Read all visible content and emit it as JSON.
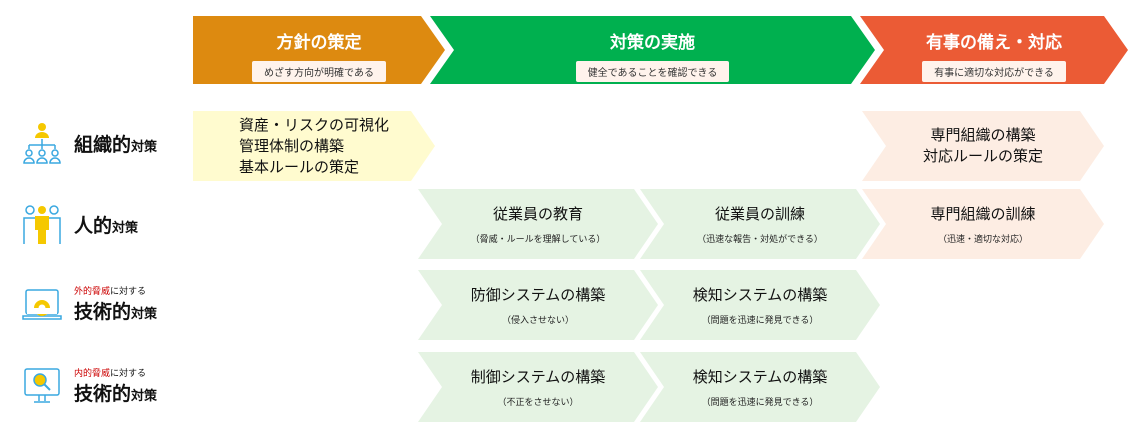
{
  "phases": [
    {
      "title": "方針の策定",
      "subtitle": "めざす方向が明確である",
      "color": "#DD8A10"
    },
    {
      "title": "対策の実施",
      "subtitle": "健全であることを確認できる",
      "color": "#00B04F"
    },
    {
      "title": "有事の備え・対応",
      "subtitle": "有事に適切な対応ができる",
      "color": "#EB5B35"
    }
  ],
  "rows": [
    {
      "label_big": "組織的",
      "label_small": "対策"
    },
    {
      "label_big": "人的",
      "label_small": "対策"
    },
    {
      "prefix_red": "外的脅威",
      "prefix": "に対する",
      "label_big": "技術的",
      "label_small": "対策"
    },
    {
      "prefix_red": "内的脅威",
      "prefix": "に対する",
      "label_big": "技術的",
      "label_small": "対策"
    }
  ],
  "cells": {
    "org_policy": [
      "資産・リスクの可視化",
      "管理体制の構築",
      "基本ルールの策定"
    ],
    "org_response": [
      "専門組織の構築",
      "対応ルールの策定"
    ],
    "human_edu": {
      "main": "従業員の教育",
      "note": "（脅威・ルールを理解している）"
    },
    "human_train": {
      "main": "従業員の訓練",
      "note": "（迅速な報告・対処ができる）"
    },
    "human_resp": {
      "main": "専門組織の訓練",
      "note": "（迅速・適切な対応）"
    },
    "ext_defense": {
      "main": "防御システムの構築",
      "note": "（侵入させない）"
    },
    "ext_detect": {
      "main": "検知システムの構築",
      "note": "（問題を迅速に発見できる）"
    },
    "int_control": {
      "main": "制御システムの構築",
      "note": "（不正をさせない）"
    },
    "int_detect": {
      "main": "検知システムの構築",
      "note": "（問題を迅速に発見できる）"
    }
  }
}
